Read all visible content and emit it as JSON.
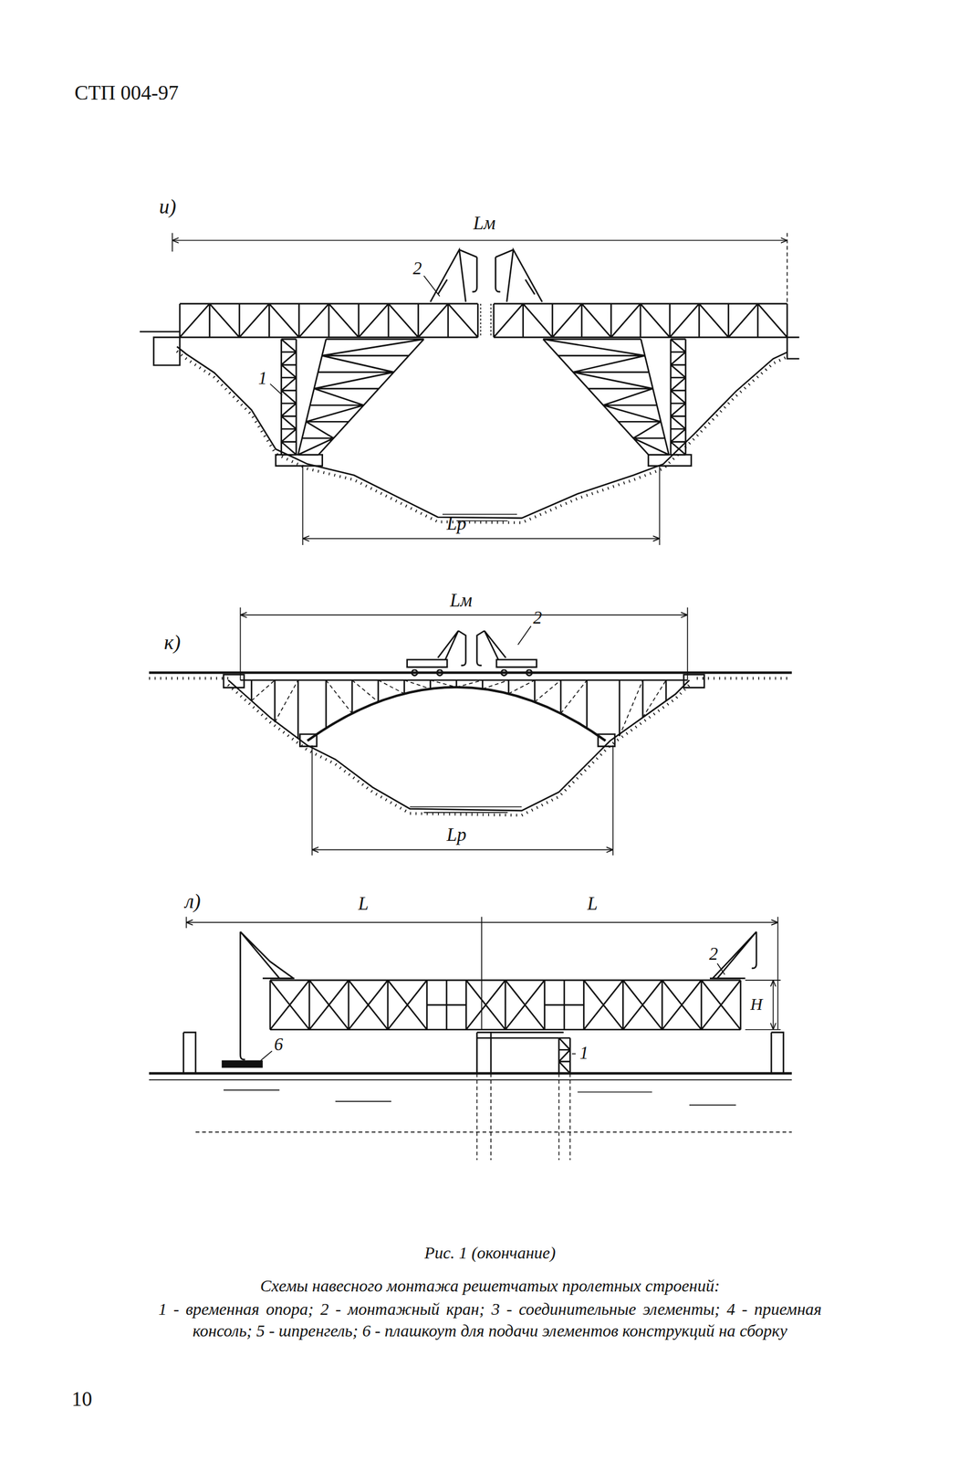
{
  "diagram": {
    "caption": "Рис. 1 (окончание)",
    "labels": [
      "СТП 004-97",
      "и)",
      "Lм",
      "2",
      "1",
      "Lр",
      "к)",
      "Lм",
      "2",
      "Lр",
      "л)",
      "L",
      "L",
      "2",
      "Н",
      "6",
      "1",
      "Схемы навесного монтажа решетчатых пролетных строений:",
      "1 - временная опора; 2 - монтажный кран; 3 - соединительные элементы; 4 - приемная консоль; 5 - шпренгель; 6 - плашкоут для подачи элементов конструкций на сборку",
      "10"
    ]
  }
}
